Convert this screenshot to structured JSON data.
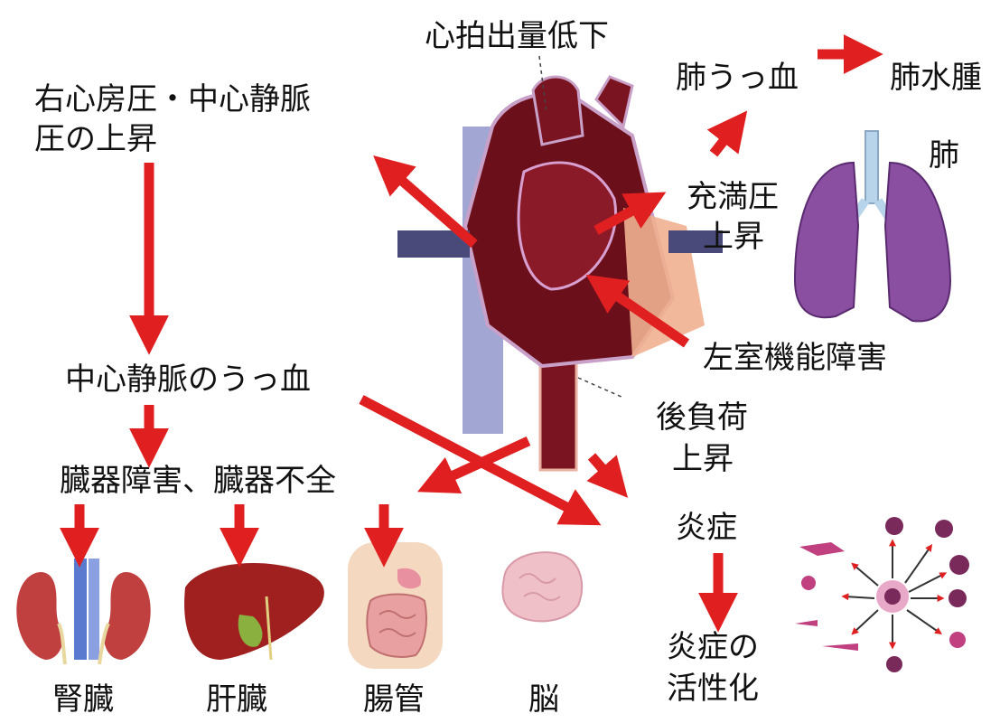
{
  "labels": {
    "cardiac_output_drop": "心拍出量低下",
    "ra_pressure_rise_line1": "右心房圧・中心静脈",
    "ra_pressure_rise_line2": "圧の上昇",
    "central_venous_congestion": "中心静脈のうっ血",
    "organ_failure": "臓器障害、臓器不全",
    "pulmonary_congestion": "肺うっ血",
    "pulmonary_edema": "肺水腫",
    "lung": "肺",
    "filling_pressure_line1": "充満圧",
    "filling_pressure_line2": "上昇",
    "lv_dysfunction": "左室機能障害",
    "afterload_line1": "後負荷",
    "afterload_line2": "上昇",
    "inflammation": "炎症",
    "inflammation_activation_line1": "炎症の",
    "inflammation_activation_line2": "活性化",
    "kidney": "腎臓",
    "liver": "肝臓",
    "intestine": "腸管",
    "brain": "脳"
  },
  "colors": {
    "arrow": "#e02020",
    "heart": "#6b0f1a",
    "lung": "#8a4fa0",
    "organ_pink": "#e8a0a0"
  }
}
